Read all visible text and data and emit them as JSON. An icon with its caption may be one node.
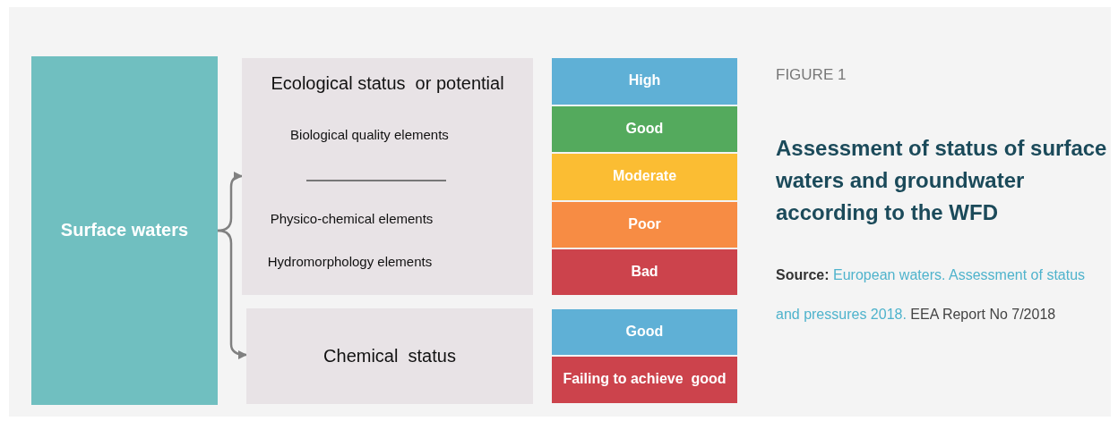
{
  "diagram": {
    "title": "Assessment of status of surface waters and groundwater according to the WFD",
    "nodes": [
      {
        "text": [
          "Surface waters"
        ]
      },
      {
        "text": [
          "Ecological status  or potential",
          "Biological quality elements",
          "Physico-chemical elements",
          "Hydromorphology elements"
        ]
      },
      {
        "text": [
          "Chemical  status"
        ]
      },
      {
        "text": [
          "High"
        ]
      },
      {
        "text": [
          "Good"
        ]
      },
      {
        "text": [
          "Moderate"
        ]
      },
      {
        "text": [
          "Poor"
        ]
      },
      {
        "text": [
          "Bad"
        ]
      },
      {
        "text": [
          "Good"
        ]
      },
      {
        "text": [
          "Failing to achieve  good"
        ]
      }
    ],
    "edges": [
      {
        "from": 0,
        "to": 1,
        "arrow": "to"
      },
      {
        "from": 0,
        "to": 2,
        "arrow": "to"
      }
    ],
    "labels": [
      "FIGURE 1",
      "Source:",
      "European waters. Assessment of status and pressures 2018.",
      "EEA Report No 7/2018"
    ]
  }
}
